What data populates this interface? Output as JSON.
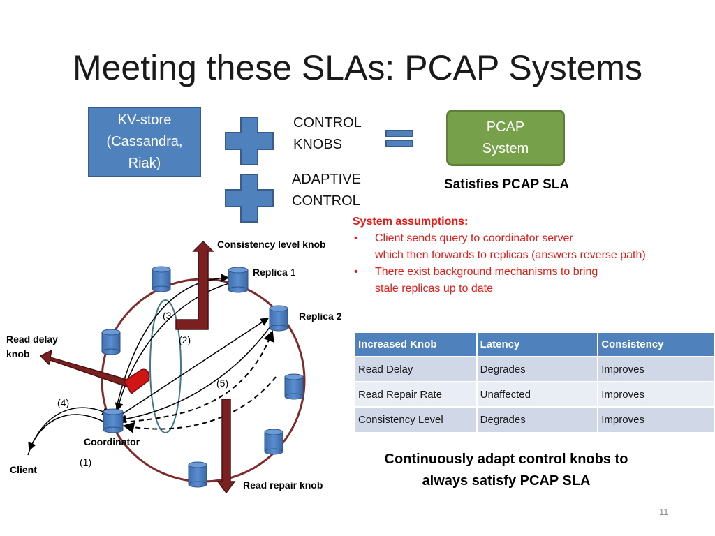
{
  "slide": {
    "title": "Meeting these SLAs: PCAP Systems",
    "page_number": "11"
  },
  "equation": {
    "kv_store": [
      "KV-store",
      "(Cassandra,",
      "Riak)"
    ],
    "plus": "+",
    "control_knobs": [
      "CONTROL",
      "KNOBS"
    ],
    "adaptive_control": [
      "ADAPTIVE",
      "CONTROL"
    ],
    "equals": "=",
    "pcap_system": [
      "PCAP",
      "System"
    ],
    "satisfies": "Satisfies PCAP SLA"
  },
  "assumptions": {
    "heading": "System assumptions:",
    "items": [
      [
        "Client sends query to coordinator server",
        "which then forwards to replicas (answers reverse path)"
      ],
      [
        "There exist background mechanisms to bring",
        "stale replicas up to date"
      ]
    ]
  },
  "knob_table": {
    "headers": [
      "Increased Knob",
      "Latency",
      "Consistency"
    ],
    "rows": [
      [
        "Read Delay",
        "Degrades",
        "Improves"
      ],
      [
        "Read Repair Rate",
        "Unaffected",
        "Improves"
      ],
      [
        "Consistency Level",
        "Degrades",
        "Improves"
      ]
    ]
  },
  "conclusion": [
    "Continuously adapt control knobs to",
    "always satisfy PCAP SLA"
  ],
  "diagram": {
    "consistency_knob": "Consistency level knob",
    "replica1": "Replica",
    "replica1_num": "1",
    "replica2": "Replica 2",
    "read_delay_knob": [
      "Read delay",
      "knob"
    ],
    "coordinator": "Coordinator",
    "client": "Client",
    "read_repair_knob": "Read repair knob",
    "step1": "(1)",
    "step2": "(2)",
    "step3": "(3",
    "step4": "(4)",
    "step5": "(5)"
  },
  "colors": {
    "kv_blue": "#4f81bd",
    "pcap_green": "#77a04a",
    "ring_red": "#7f2b2b",
    "knob_arrow": "#7b2020",
    "assumptions_red": "#e41b17"
  }
}
